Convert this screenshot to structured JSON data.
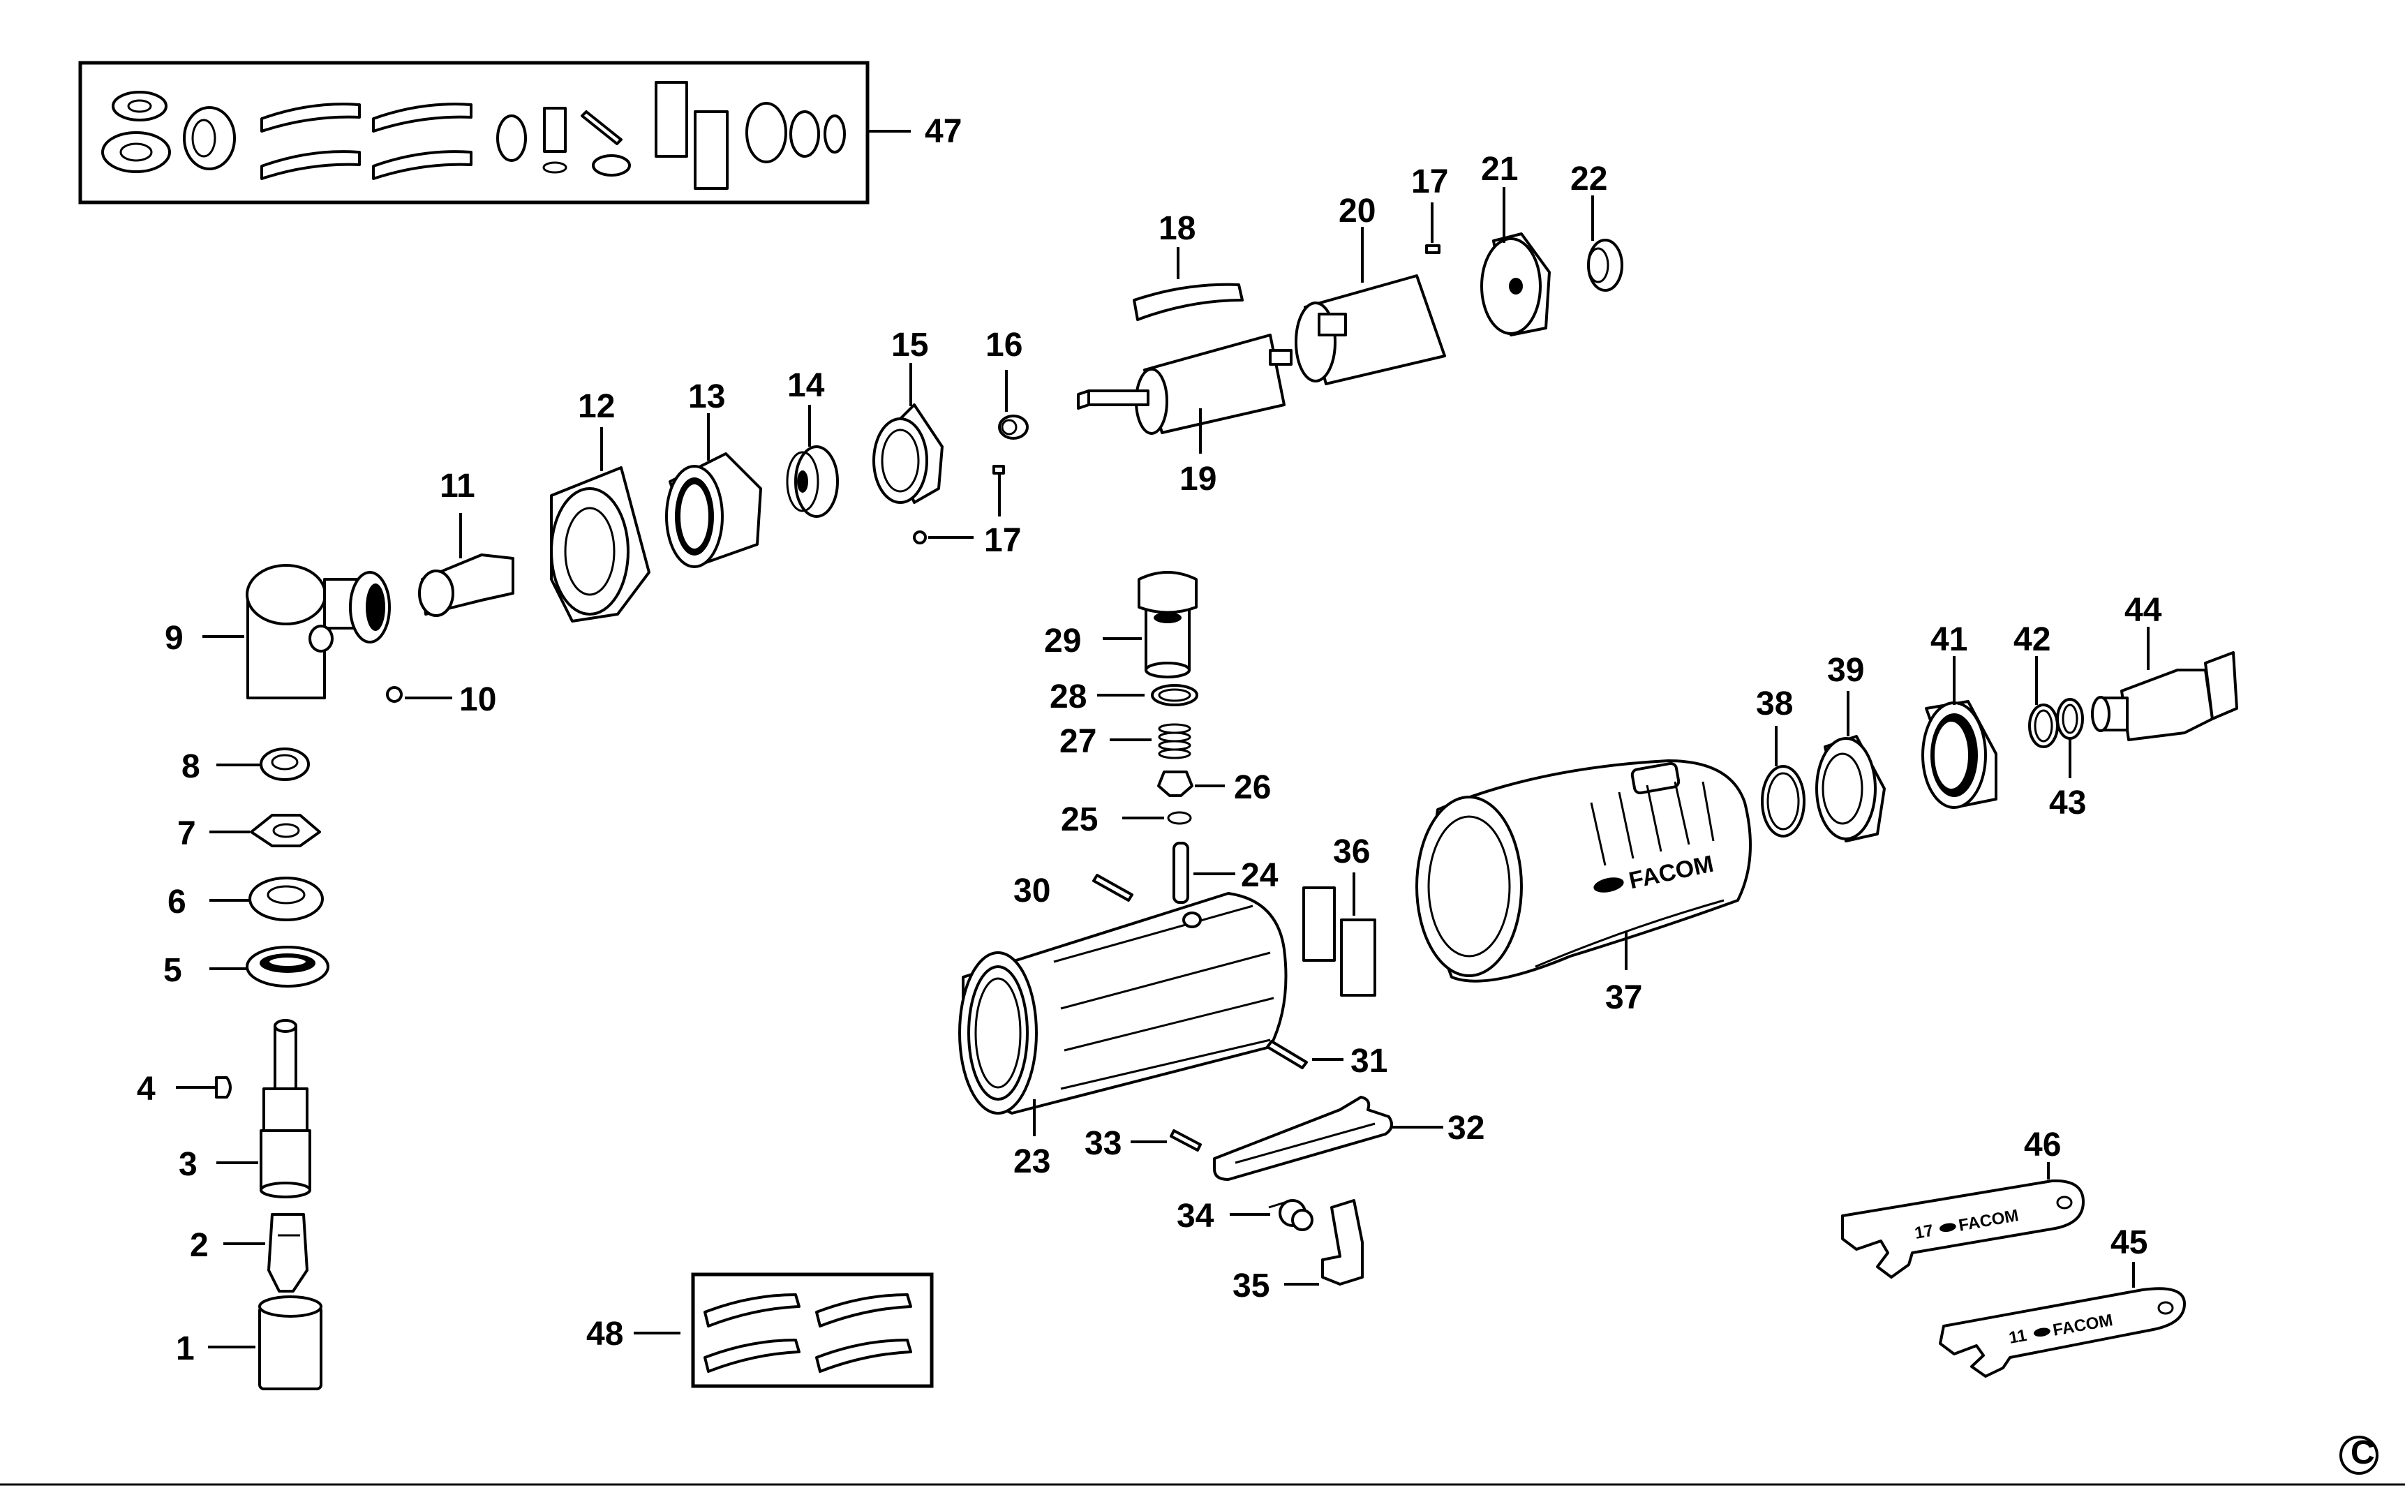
{
  "diagram": {
    "part_labels": {
      "p1": "1",
      "p2": "2",
      "p3": "3",
      "p4": "4",
      "p5": "5",
      "p6": "6",
      "p7": "7",
      "p8": "8",
      "p9": "9",
      "p10": "10",
      "p11": "11",
      "p12": "12",
      "p13": "13",
      "p14": "14",
      "p15": "15",
      "p16": "16",
      "p17a": "17",
      "p17b": "17",
      "p18": "18",
      "p19": "19",
      "p20": "20",
      "p21": "21",
      "p22": "22",
      "p23": "23",
      "p24": "24",
      "p25": "25",
      "p26": "26",
      "p27": "27",
      "p28": "28",
      "p29": "29",
      "p30": "30",
      "p31": "31",
      "p32": "32",
      "p33": "33",
      "p34": "34",
      "p35": "35",
      "p36": "36",
      "p37": "37",
      "p38": "38",
      "p39": "39",
      "p41": "41",
      "p42": "42",
      "p43": "43",
      "p44": "44",
      "p45": "45",
      "p46": "46",
      "p47": "47",
      "p48": "48"
    },
    "brand_text": "FACOM",
    "wrench_size_46": "17",
    "wrench_size_45": "11",
    "copyright_symbol": "©"
  }
}
